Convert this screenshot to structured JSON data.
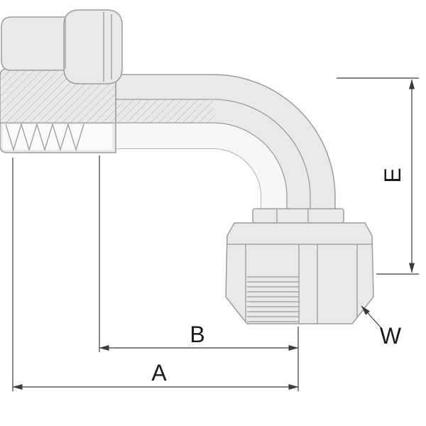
{
  "diagram": {
    "dimensions": {
      "a": "A",
      "b": "B",
      "e": "E",
      "w": "W"
    },
    "colors": {
      "background": "#ffffff",
      "body_fill": "#e9e9e9",
      "body_stroke": "#9c9c9c",
      "bore_fill": "#f6f6f6",
      "hatch_stroke": "#b3b3b3",
      "dimension_stroke": "#3c3c3c",
      "label_color": "#1a1a1a"
    }
  }
}
